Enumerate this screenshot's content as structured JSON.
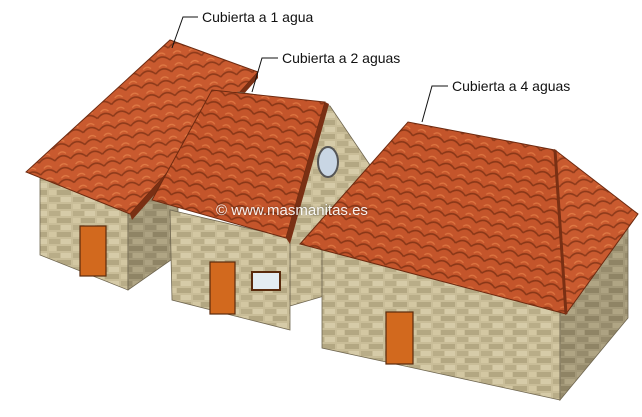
{
  "labels": {
    "one_slope": "Cubierta a 1 agua",
    "two_slopes": "Cubierta a 2 aguas",
    "four_slopes": "Cubierta a 4 aguas"
  },
  "watermark": "© www.masmanitas.es",
  "colors": {
    "roof_tile": "#c8582e",
    "roof_tile_dark": "#8e3a1a",
    "stone_wall_light": "#cbbf9a",
    "stone_wall_shade": "#a59a7a",
    "door": "#d2691e",
    "leader_line": "#111111"
  }
}
